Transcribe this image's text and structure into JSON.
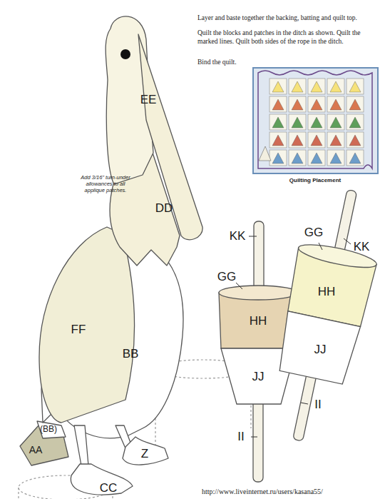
{
  "diagram": {
    "labels": [
      "Layer and baste together the backing, batting and quilt top.",
      "Quilt the blocks and patches in the ditch as shown. Quilt the marked lines. Quilt both sides of the rope in the ditch.",
      "Bind the quilt.",
      "Quilting Placement",
      "Add 3/16\" turn-under allowances to all applique patches.",
      "EE",
      "DD",
      "FF",
      "BB",
      "(BB)",
      "AA",
      "CC",
      "Z",
      "KK",
      "GG",
      "HH",
      "JJ",
      "II",
      "GG",
      "KK",
      "HH",
      "JJ",
      "II",
      "http://www.liveinternet.ru/users/kasana55/"
    ]
  }
}
